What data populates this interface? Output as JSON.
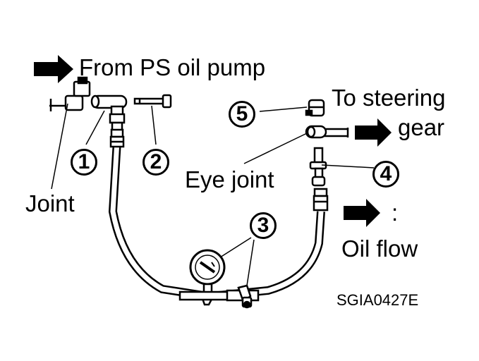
{
  "labels": {
    "from_pump": "From PS oil pump",
    "to_steering_line1": "To steering",
    "to_steering_line2": "gear",
    "joint": "Joint",
    "eye_joint": "Eye joint",
    "oil_flow_colon": ":",
    "oil_flow": "Oil flow",
    "figure_code": "SGIA0427E"
  },
  "callouts": [
    "1",
    "2",
    "3",
    "4",
    "5"
  ],
  "icons": [
    "flow-arrow-icon",
    "pressure-gauge-icon"
  ],
  "colors": {
    "ink": "#000000",
    "paper": "#ffffff"
  }
}
